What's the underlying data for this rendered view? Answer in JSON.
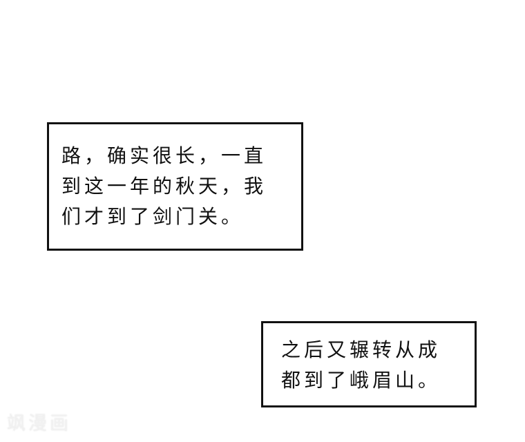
{
  "captions": [
    {
      "lines": [
        "路，确实很长，一直",
        "到这一年的秋天，我",
        "们才到了剑门关。"
      ]
    },
    {
      "lines": [
        "之后又辗转从成",
        "都到了峨眉山。"
      ]
    }
  ],
  "watermark": "飒漫画"
}
